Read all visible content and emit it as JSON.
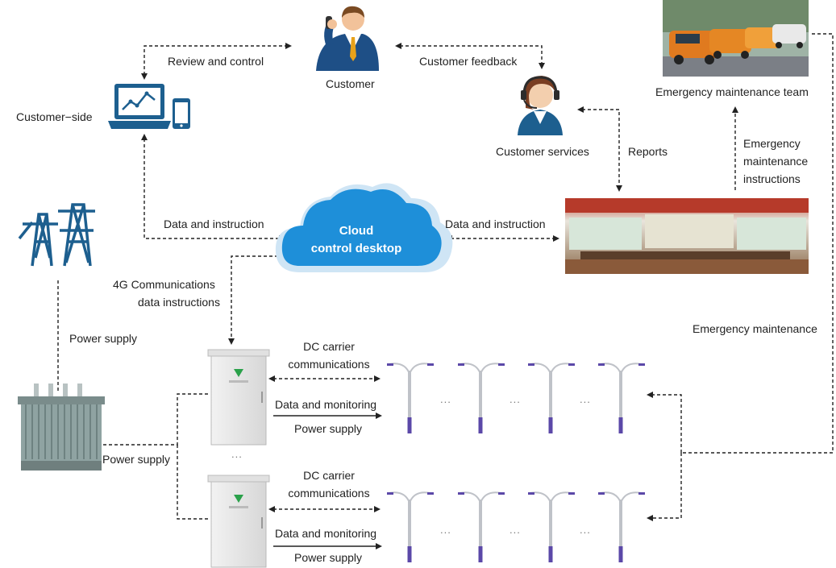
{
  "nodes": {
    "customer": "Customer",
    "customer_side": "Customer−side",
    "customer_services": "Customer services",
    "emergency_team": "Emergency maintenance team",
    "cloud_line1": "Cloud",
    "cloud_line2": "control desktop"
  },
  "edges": {
    "review_control": "Review and control",
    "customer_feedback": "Customer feedback",
    "reports": "Reports",
    "emergency_instructions_1": "Emergency",
    "emergency_instructions_2": "maintenance",
    "emergency_instructions_3": "instructions",
    "data_instruction_left": "Data and instruction",
    "data_instruction_right": "Data and instruction",
    "comm_4g_1": "4G Communications",
    "comm_4g_2": "data instructions",
    "power_supply_left": "Power supply",
    "power_supply_transformer": "Power supply",
    "emergency_maintenance": "Emergency maintenance",
    "row1_dc_1": "DC carrier",
    "row1_dc_2": "communications",
    "row1_data": "Data and monitoring",
    "row1_power": "Power supply",
    "row2_dc_1": "DC carrier",
    "row2_dc_2": "communications",
    "row2_data": "Data and monitoring",
    "row2_power": "Power supply"
  },
  "ellipsis": "...",
  "colors": {
    "icon_blue": "#1d5f8f",
    "cloud_blue": "#1e8fd9",
    "cloud_light": "#cfe5f5",
    "line": "#222222",
    "pole": "#bfc2c8",
    "pole_base": "#5b48a8"
  }
}
